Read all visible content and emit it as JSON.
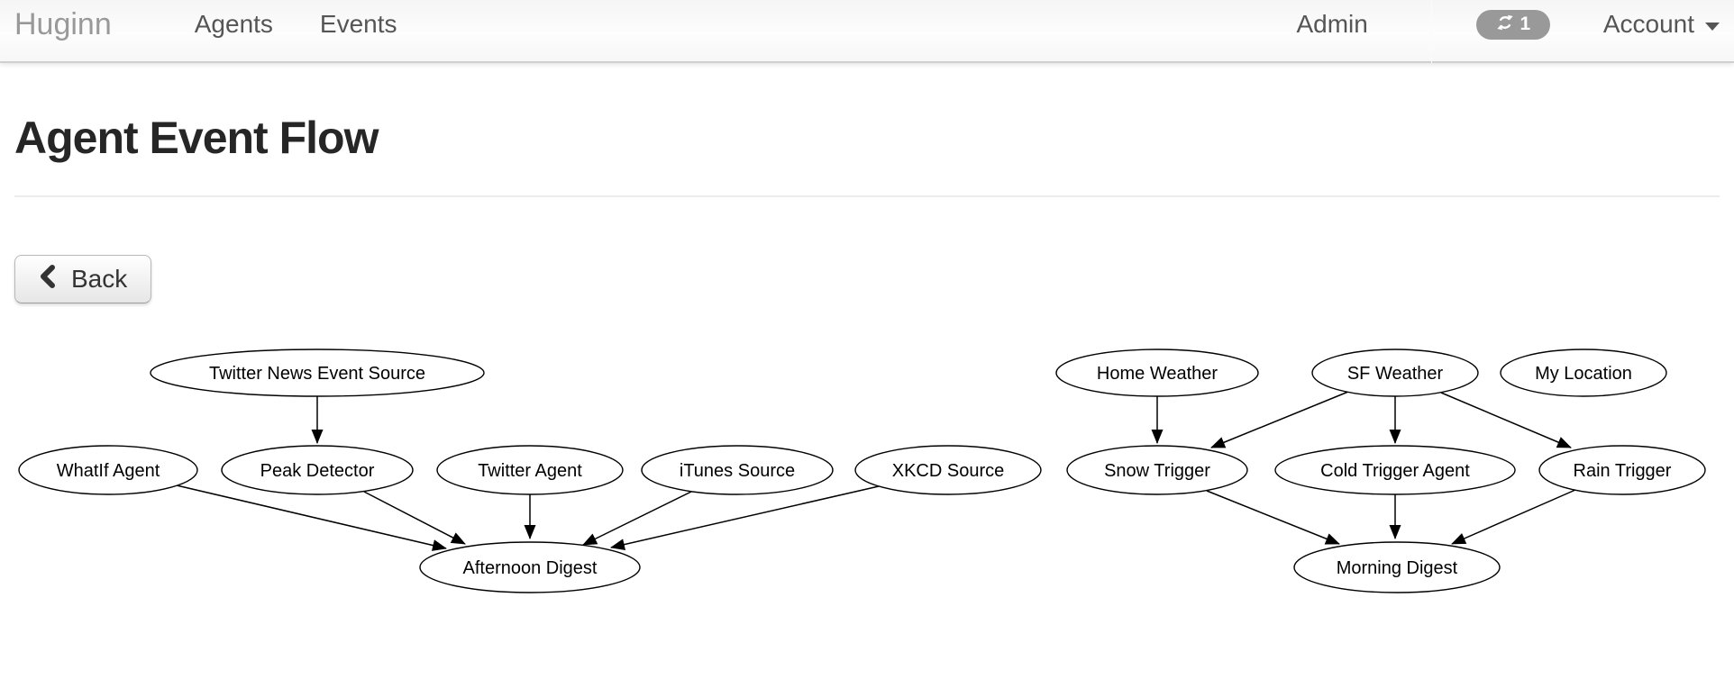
{
  "navbar": {
    "brand": "Huginn",
    "items": [
      {
        "label": "Agents"
      },
      {
        "label": "Events"
      }
    ],
    "admin_label": "Admin",
    "jobs_badge": {
      "icon": "refresh-icon",
      "count": "1"
    },
    "account_label": "Account"
  },
  "page": {
    "title": "Agent Event Flow"
  },
  "toolbar": {
    "back_label": "Back",
    "back_icon": "chevron-left-icon"
  },
  "graph": {
    "nodes": [
      {
        "label": "Twitter News Event Source"
      },
      {
        "label": "WhatIf Agent"
      },
      {
        "label": "Peak Detector"
      },
      {
        "label": "Twitter Agent"
      },
      {
        "label": "iTunes Source"
      },
      {
        "label": "XKCD Source"
      },
      {
        "label": "Afternoon Digest"
      },
      {
        "label": "Home Weather"
      },
      {
        "label": "SF Weather"
      },
      {
        "label": "My Location"
      },
      {
        "label": "Snow Trigger"
      },
      {
        "label": "Cold Trigger Agent"
      },
      {
        "label": "Rain Trigger"
      },
      {
        "label": "Morning Digest"
      }
    ],
    "edges": [
      {
        "from": "Twitter News Event Source",
        "to": "Peak Detector"
      },
      {
        "from": "WhatIf Agent",
        "to": "Afternoon Digest"
      },
      {
        "from": "Peak Detector",
        "to": "Afternoon Digest"
      },
      {
        "from": "Twitter Agent",
        "to": "Afternoon Digest"
      },
      {
        "from": "iTunes Source",
        "to": "Afternoon Digest"
      },
      {
        "from": "XKCD Source",
        "to": "Afternoon Digest"
      },
      {
        "from": "Home Weather",
        "to": "Snow Trigger"
      },
      {
        "from": "SF Weather",
        "to": "Snow Trigger"
      },
      {
        "from": "SF Weather",
        "to": "Cold Trigger Agent"
      },
      {
        "from": "SF Weather",
        "to": "Rain Trigger"
      },
      {
        "from": "Snow Trigger",
        "to": "Morning Digest"
      },
      {
        "from": "Cold Trigger Agent",
        "to": "Morning Digest"
      },
      {
        "from": "Rain Trigger",
        "to": "Morning Digest"
      }
    ]
  },
  "colors": {
    "badge_bg": "#999999",
    "navbar_border": "#cfcfcf",
    "node_stroke": "#000000",
    "edge": "#000000"
  }
}
